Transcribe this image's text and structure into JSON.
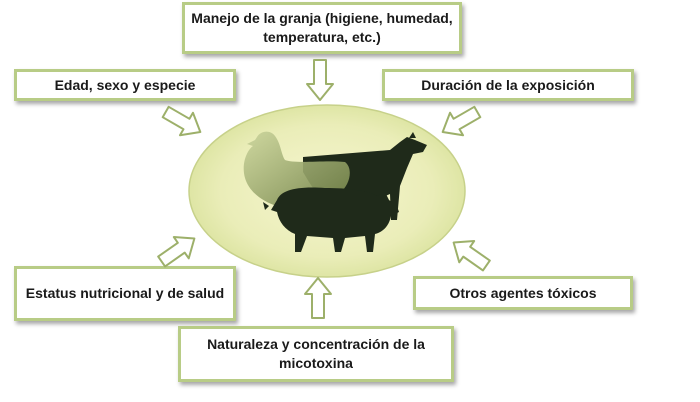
{
  "diagram": {
    "factors": {
      "top": "Manejo de la granja (higiene, humedad, temperatura, etc.)",
      "upper_left": "Edad, sexo y especie",
      "upper_right": "Duración de la exposición",
      "lower_left": "Estatus nutricional y de salud",
      "lower_right": "Otros agentes tóxicos",
      "bottom": "Naturaleza y concentración de la micotoxina"
    },
    "colors": {
      "box_border": "#b8cc86",
      "ellipse_center": "#f6f6cf",
      "ellipse_edge": "#d9e29c",
      "silhouette": "#1f2a1a",
      "hen_tint": "#8a9a5a",
      "arrow_fill": "#ffffff",
      "arrow_stroke": "#9db06a"
    },
    "icons": [
      "arrow-icon",
      "hen-icon",
      "cow-icon",
      "pig-icon"
    ]
  }
}
